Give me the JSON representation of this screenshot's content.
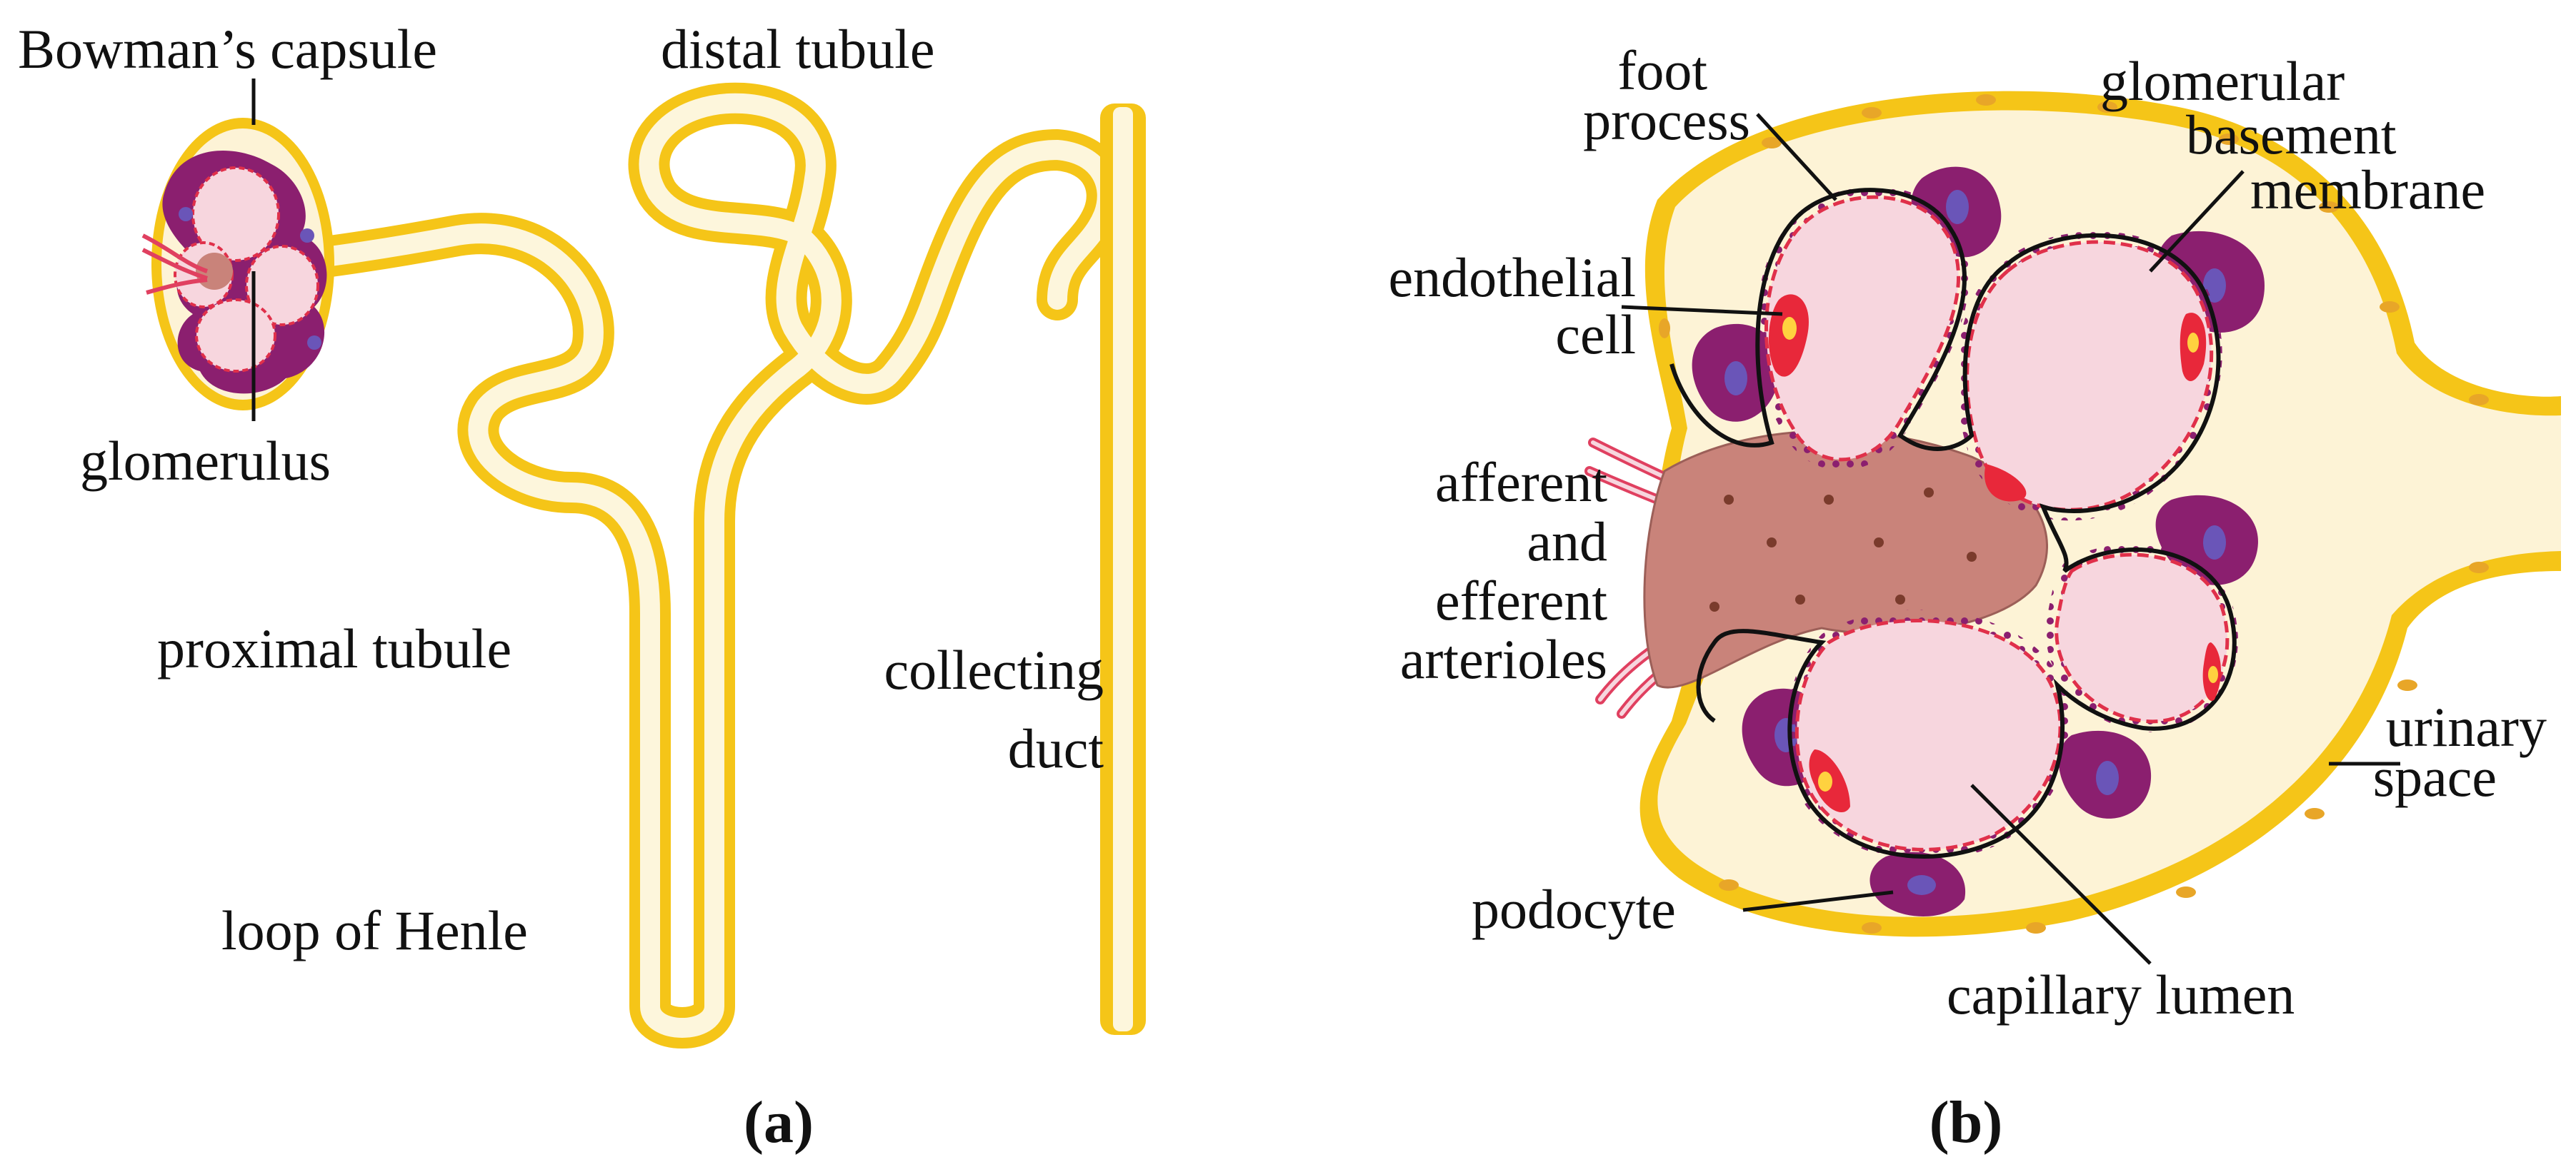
{
  "colors": {
    "tubule_wall": "#f5c518",
    "tubule_lumen": "#fdf6dc",
    "capsule_fill": "#fdf3d6",
    "capillary_fill": "#f7d6de",
    "capillary_edge": "#e0304a",
    "podocyte": "#8b1f6f",
    "podocyte_nucleus": "#6a55b8",
    "endothelial": "#e8283a",
    "mesangial": "#c9837a",
    "arteriole": "#e04060",
    "text": "#111111"
  },
  "panel_a": {
    "caption": "(a)",
    "labels": {
      "bowmans_capsule": "Bowman’s capsule",
      "glomerulus": "glomerulus",
      "distal_tubule": "distal tubule",
      "proximal_tubule": "proximal tubule",
      "loop_of_henle": "loop of Henle",
      "collecting_duct_line1": "collecting",
      "collecting_duct_line2": "duct"
    }
  },
  "panel_b": {
    "caption": "(b)",
    "labels": {
      "foot_process_line1": "foot",
      "foot_process_line2": "process",
      "gbm_line1": "glomerular",
      "gbm_line2": "basement",
      "gbm_line3": "membrane",
      "endothelial_line1": "endothelial",
      "endothelial_line2": "cell",
      "arterioles_line1": "afferent",
      "arterioles_line2": "and",
      "arterioles_line3": "efferent",
      "arterioles_line4": "arterioles",
      "urinary_line1": "urinary",
      "urinary_line2": "space",
      "podocyte": "podocyte",
      "capillary_lumen": "capillary lumen"
    }
  }
}
